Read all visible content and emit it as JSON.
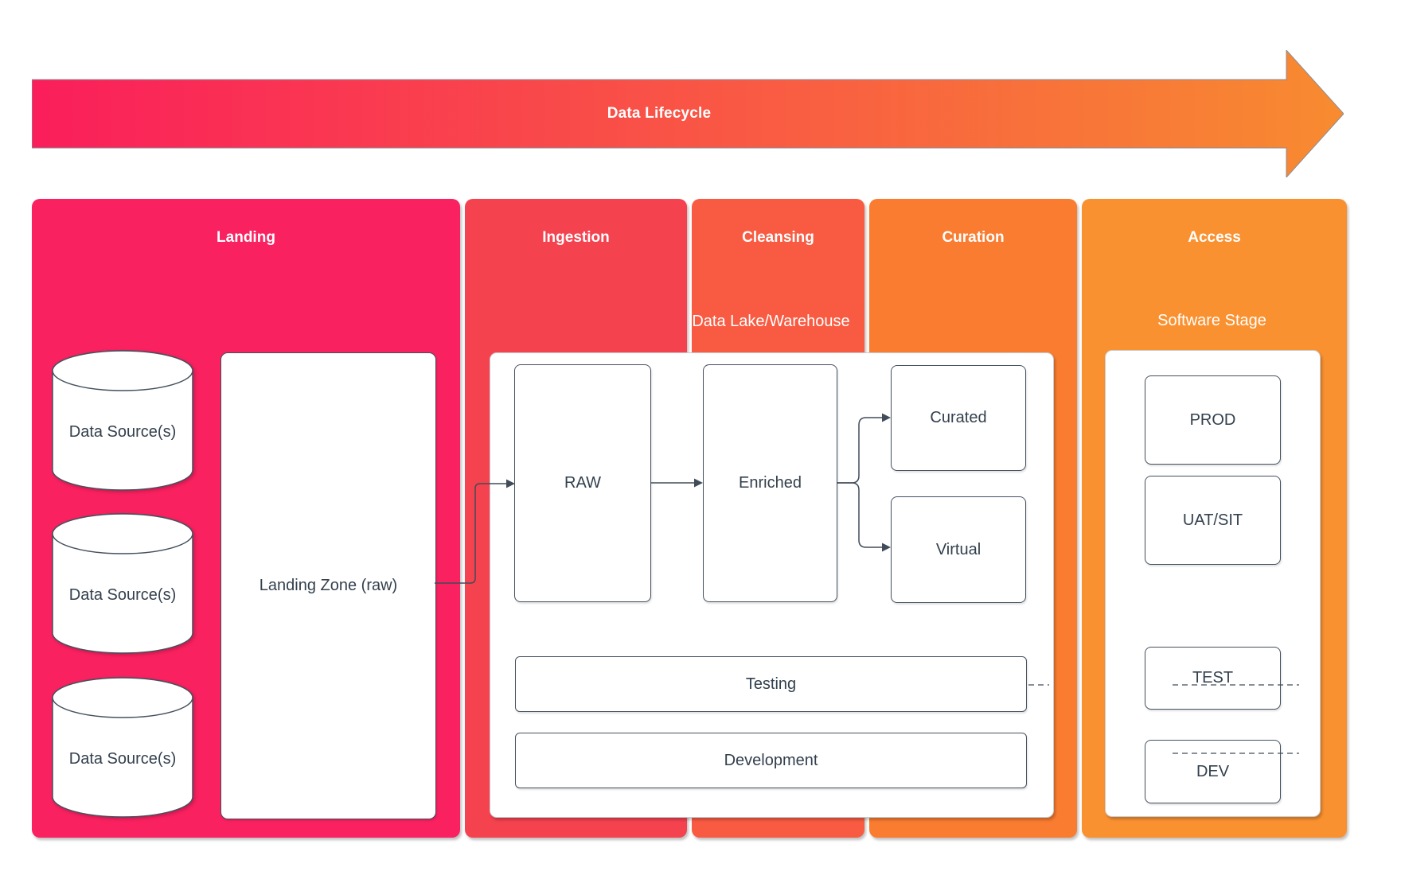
{
  "arrow": {
    "label": "Data Lifecycle",
    "gradient_from": "#FA1E5B",
    "gradient_to": "#F88B30",
    "outline": "#8A8F98"
  },
  "stages": [
    {
      "label": "Landing",
      "color": "#FA2160"
    },
    {
      "label": "Ingestion",
      "color": "#F5424F"
    },
    {
      "label": "Cleansing",
      "color": "#F95B42"
    },
    {
      "label": "Curation",
      "color": "#F97C30"
    },
    {
      "label": "Access",
      "color": "#FA9130"
    }
  ],
  "landing": {
    "data_sources": [
      {
        "label": "Data Source(s)"
      },
      {
        "label": "Data Source(s)"
      },
      {
        "label": "Data Source(s)"
      }
    ],
    "landing_zone_label": "Landing Zone (raw)"
  },
  "data_lake": {
    "title": "Data Lake/Warehouse",
    "raw_label": "RAW",
    "enriched_label": "Enriched",
    "curated_label": "Curated",
    "virtual_label": "Virtual",
    "testing_label": "Testing",
    "development_label": "Development"
  },
  "software_stage": {
    "title": "Software Stage",
    "prod_label": "PROD",
    "uat_label": "UAT/SIT",
    "test_label": "TEST",
    "dev_label": "DEV"
  },
  "palette": {
    "stroke": "#44515E",
    "text_dark": "#33404E",
    "container_bg": "#FFFFFF"
  }
}
